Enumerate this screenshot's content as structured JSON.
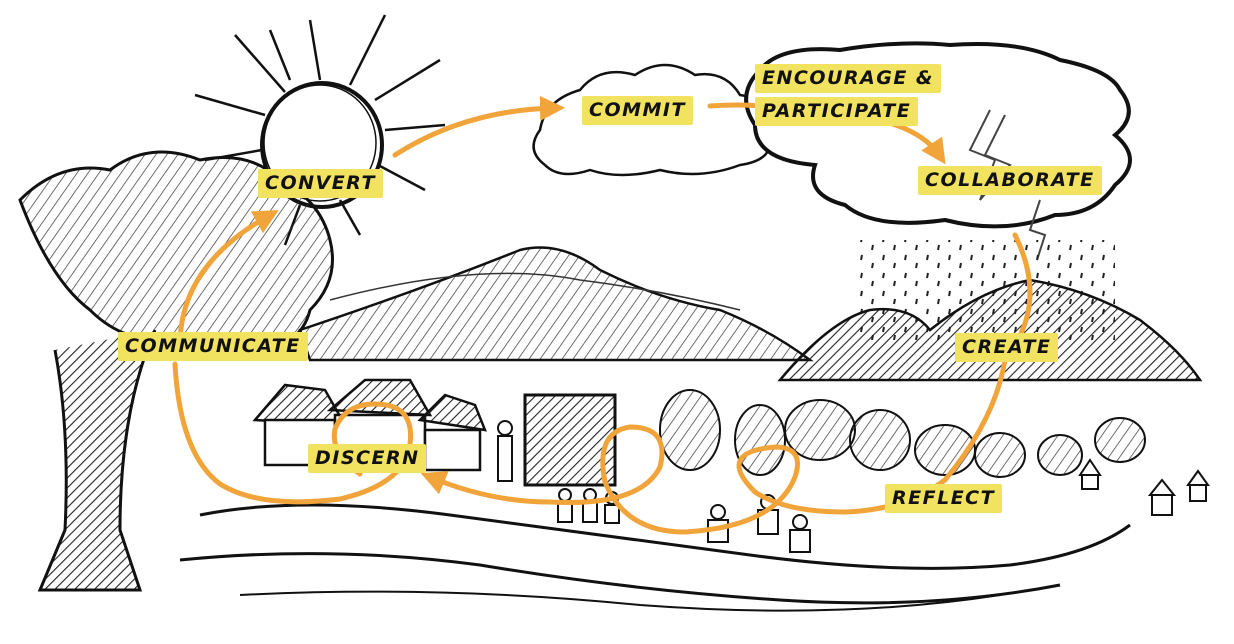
{
  "stages": {
    "convert": "CONVERT",
    "commit": "COMMIT",
    "encourage_line1": "ENCOURAGE &",
    "encourage_line2": "PARTICIPATE",
    "collaborate": "COLLABORATE",
    "create": "CREATE",
    "reflect": "REFLECT",
    "discern": "DISCERN",
    "communicate": "COMMUNICATE"
  },
  "colors": {
    "cycle_arrow": "#f0a43a",
    "label_highlight": "#f1e25f",
    "ink": "#111111"
  }
}
